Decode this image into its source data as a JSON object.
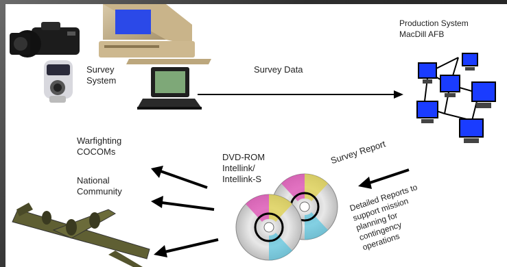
{
  "labels": {
    "survey_system": "Survey\nSystem",
    "survey_data": "Survey Data",
    "production_system": "Production System\nMacDill AFB",
    "warfighting": "Warfighting\nCOCOMs",
    "national": "National\nCommunity",
    "dvd": "DVD-ROM\nIntellink/\nIntellink-S",
    "survey_report": "Survey Report",
    "detailed": "Detailed Reports to\nsupport mission\nplanning for\ncontingency\noperations"
  },
  "icons": [
    "camera-icon",
    "video-camera-icon",
    "desktop-computer-icon",
    "laptop-icon",
    "networked-computers-icon",
    "cd-disc-icon",
    "cargo-airplane-icon"
  ],
  "colors": {
    "arrow": "#000000",
    "monitor_screen": "#1a3cff",
    "laptop_screen": "#6f9a6a",
    "airplane": "#6b6b3a"
  }
}
